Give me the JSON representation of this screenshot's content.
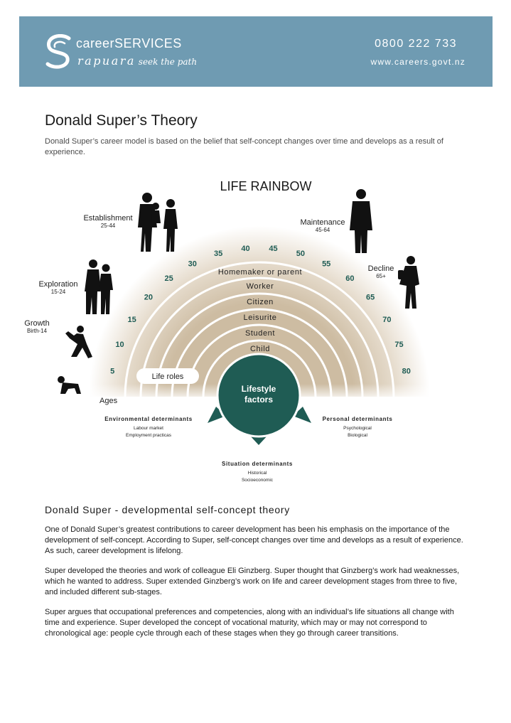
{
  "header": {
    "brand_main": "career",
    "brand_services": "SERVICES",
    "brand_rapuara": "rapuara",
    "brand_tagline": "seek the path",
    "phone": "0800 222 733",
    "website": "www.careers.govt.nz",
    "colors": {
      "band": "#6f9bb2",
      "text": "#ffffff"
    }
  },
  "page": {
    "title": "Donald Super’s Theory",
    "intro": "Donald Super’s career model is based on the belief that self-concept changes over time and develops as a result of experience."
  },
  "diagram": {
    "title": "LIFE RAINBOW",
    "stages": [
      {
        "name": "Growth",
        "range": "Birth-14"
      },
      {
        "name": "Exploration",
        "range": "15-24"
      },
      {
        "name": "Establishment",
        "range": "25-44"
      },
      {
        "name": "Maintenance",
        "range": "45-64"
      },
      {
        "name": "Decline",
        "range": "65+"
      }
    ],
    "ages": [
      "5",
      "10",
      "15",
      "20",
      "25",
      "30",
      "35",
      "40",
      "45",
      "50",
      "55",
      "60",
      "65",
      "70",
      "75",
      "80"
    ],
    "ages_label": "Ages",
    "life_roles_label": "Life roles",
    "roles": [
      "Homemaker or parent",
      "Worker",
      "Citizen",
      "Leisurite",
      "Student",
      "Child"
    ],
    "center": {
      "line1": "Lifestyle",
      "line2": "factors"
    },
    "determinants": {
      "environmental": {
        "title": "Environmental determinants",
        "items": [
          "Labour market",
          "Employment practicas"
        ]
      },
      "personal": {
        "title": "Personal determinants",
        "items": [
          "Psychological",
          "Biological"
        ]
      },
      "situation": {
        "title": "Situation determinants",
        "items": [
          "Historical",
          "Socioeconomic"
        ]
      }
    },
    "colors": {
      "teal": "#1f5c54",
      "arc": "#c8b8a0",
      "age_text": "#1f5c54"
    }
  },
  "section": {
    "title": "Donald Super - developmental self-concept theory",
    "p1": "One of Donald Super’s greatest contributions to career development has been his emphasis on the importance of the development of self-concept. According to Super, self-concept changes over time and develops as a result of experience. As such, career development is lifelong.",
    "p2": "Super developed the theories and work of colleague Eli Ginzberg. Super thought that Ginzberg’s work had weaknesses, which he wanted to address. Super extended Ginzberg’s work on life and career development stages from three to five, and included different sub-stages.",
    "p3": "Super argues that occupational preferences and competencies, along with an individual’s life situations all change with time and experience. Super developed the concept of vocational maturity, which may or may not correspond to chronological age: people cycle through each of these stages when they go through career transitions."
  }
}
